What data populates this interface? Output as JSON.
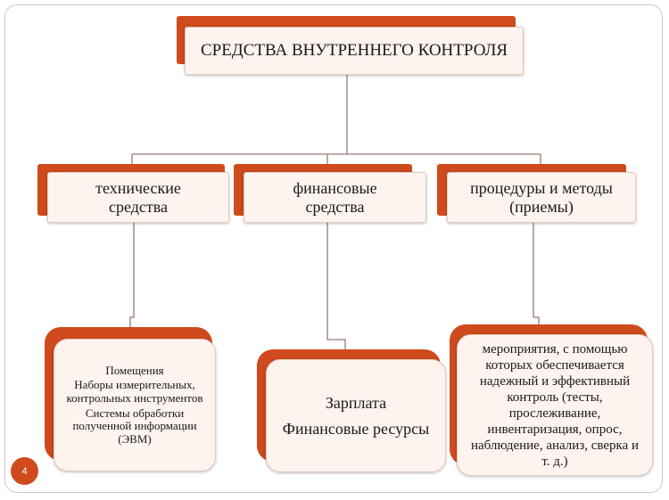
{
  "title": "СРЕДСТВА ВНУТРЕННЕГО КОНТРОЛЯ",
  "categories": [
    {
      "label": "технические средства"
    },
    {
      "label": "финансовые средства"
    },
    {
      "label": "процедуры и методы (приемы)"
    }
  ],
  "details": {
    "technical": [
      "Помещения",
      "Наборы измерительных, контрольных инструментов",
      "Системы обработки полученной информации (ЭВМ)"
    ],
    "financial": [
      "Зарплата",
      "Финансовые ресурсы"
    ],
    "procedures": "мероприятия, с помощью которых обеспечивается надежный и эффективный контроль (тесты, прослеживание, инвентаризация, опрос, наблюдение, анализ, сверка и т. д.)"
  },
  "page_number": "4",
  "colors": {
    "accent": "#cf4a1c",
    "box_fill": "#fdf3ef",
    "connector": "#9a7a70"
  }
}
